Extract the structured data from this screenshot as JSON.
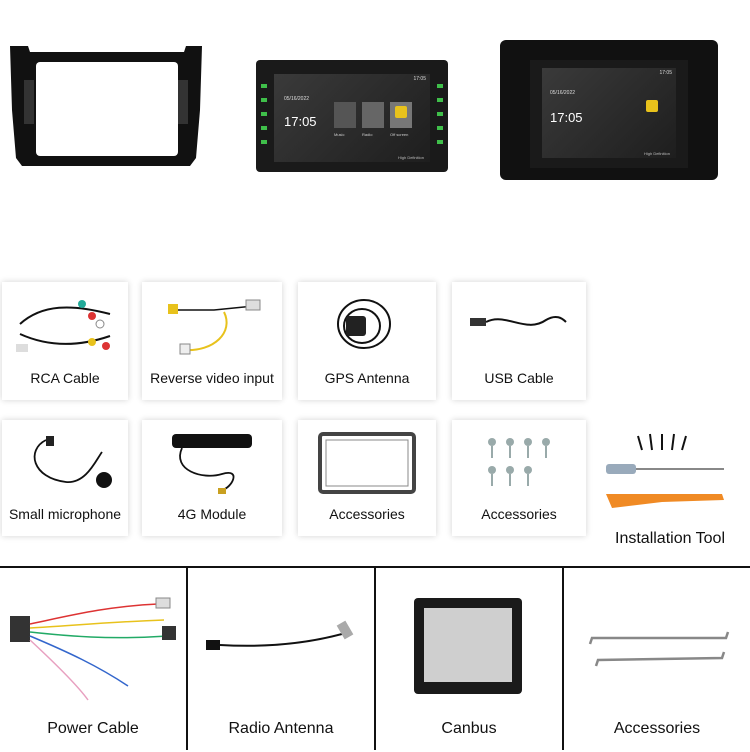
{
  "head_unit": {
    "date": "05/16/2022",
    "time": "17:05",
    "status_time": "17:05",
    "apps": [
      "Music",
      "Radio",
      "Off screen"
    ],
    "footer": "High Definition"
  },
  "accessories_row1": [
    {
      "label": "RCA Cable"
    },
    {
      "label": "Reverse video input"
    },
    {
      "label": "GPS Antenna"
    },
    {
      "label": "USB Cable"
    }
  ],
  "accessories_row2": [
    {
      "label": "Small microphone"
    },
    {
      "label": "4G Module"
    },
    {
      "label": "Accessories"
    },
    {
      "label": "Accessories"
    },
    {
      "label": "Installation Tool"
    }
  ],
  "accessories_row3": [
    {
      "label": "Power Cable"
    },
    {
      "label": "Radio Antenna"
    },
    {
      "label": "Canbus"
    },
    {
      "label": "Accessories"
    }
  ],
  "colors": {
    "accent": "#f08a24",
    "bezel": "#1a1a1a",
    "screen": "#2a2a2a",
    "icon_green": "#3fbf4a"
  }
}
